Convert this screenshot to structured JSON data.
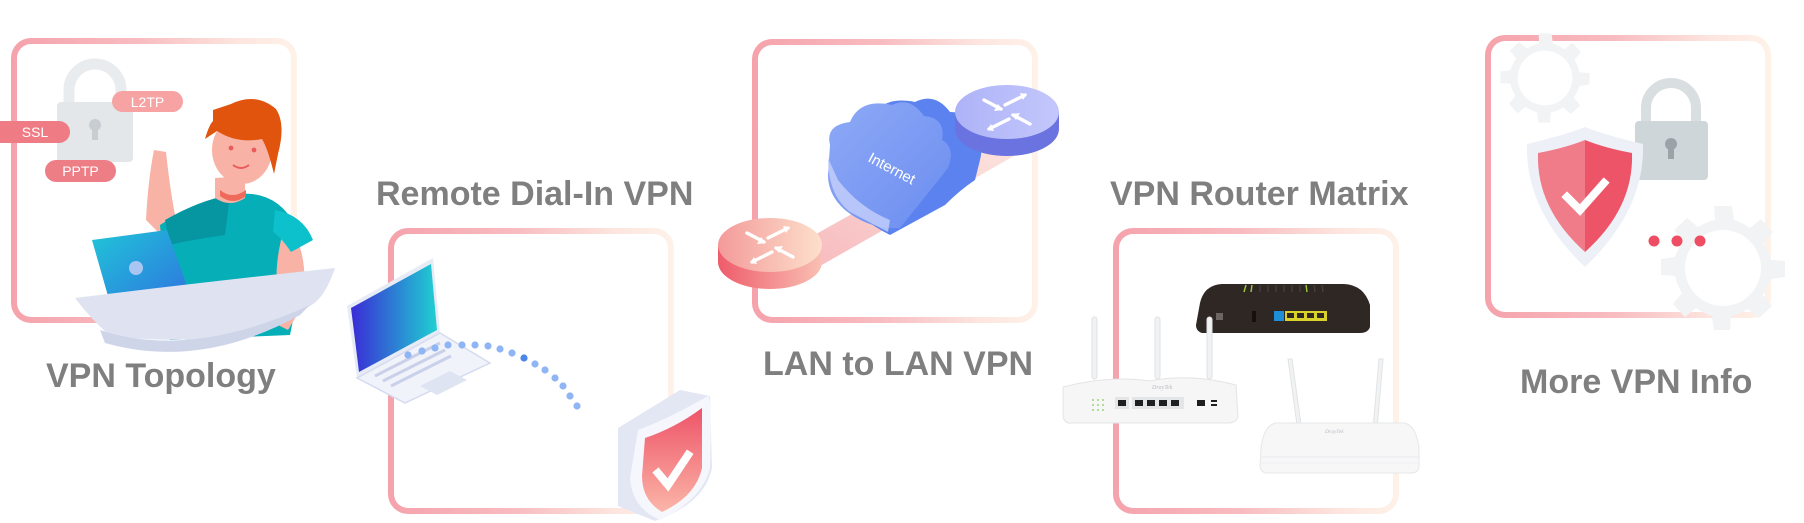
{
  "page": {
    "section": "VPN navigation tiles"
  },
  "cards": [
    {
      "id": "vpn-topology",
      "title": "VPN Topology",
      "illustration": "person-with-laptop-and-protocol-tags",
      "tags": [
        "SSL",
        "L2TP",
        "PPTP"
      ]
    },
    {
      "id": "remote-dial-in",
      "title": "Remote Dial-In VPN",
      "illustration": "laptop-dotted-link-to-shield"
    },
    {
      "id": "lan-to-lan",
      "title": "LAN to LAN VPN",
      "illustration": "two-routers-through-internet-cloud",
      "cloud_label": "Internet"
    },
    {
      "id": "router-matrix",
      "title": "VPN Router Matrix",
      "illustration": "three-routers",
      "brand_label": "DrayTek"
    },
    {
      "id": "more-info",
      "title": "More VPN Info",
      "illustration": "shield-lock-gears-ellipsis"
    }
  ],
  "colors": {
    "title_gray": "#7f7f7f",
    "frame_start": "#f5a2ab",
    "frame_end": "#fef2e9",
    "shield_red": "#ee5468",
    "dot_red": "#ee4d63",
    "cloud_blue": "#6f90f2",
    "router_purple": "#8a93f0",
    "router_salmon": "#f39a9a"
  }
}
